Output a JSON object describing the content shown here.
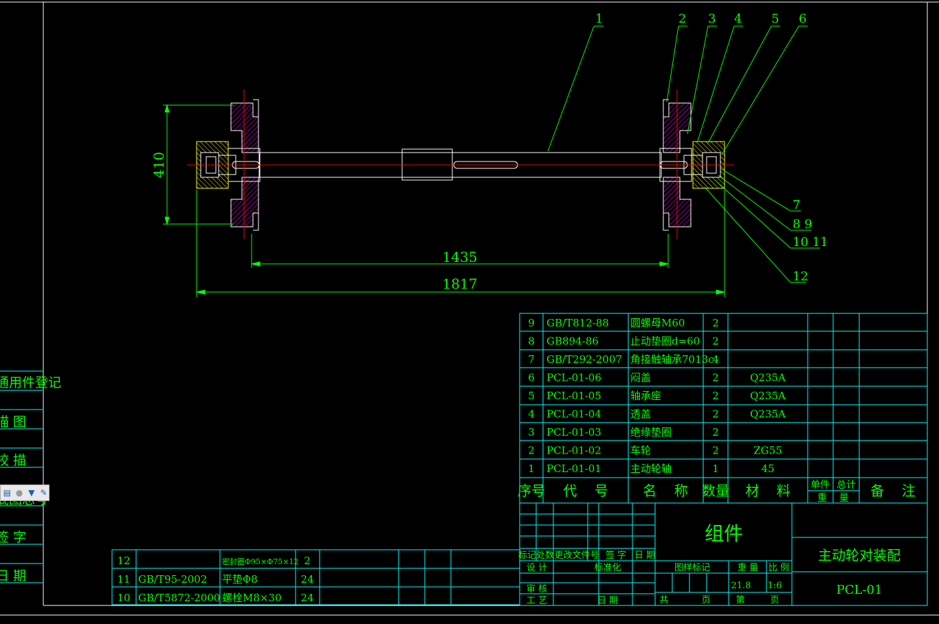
{
  "drawing": {
    "balloons": [
      "1",
      "2",
      "3",
      "4",
      "5",
      "6",
      "7",
      "8 9",
      "10 11",
      "12"
    ],
    "dimensions": {
      "height_410": "410",
      "gauge_1435": "1435",
      "overall_1817": "1817"
    }
  },
  "side_stamps": [
    "通用件登记",
    "描 图",
    "校 描",
    "底图总号",
    "签 字",
    "日 期"
  ],
  "bom_main": {
    "rows": [
      {
        "no": "9",
        "code": "GB/T812-88",
        "name": "圆螺母M60",
        "qty": "2",
        "material": ""
      },
      {
        "no": "8",
        "code": "GB894-86",
        "name": "止动垫圈d=60",
        "qty": "2",
        "material": ""
      },
      {
        "no": "7",
        "code": "GB/T292-2007",
        "name": "角接触轴承7013c",
        "qty": "4",
        "material": ""
      },
      {
        "no": "6",
        "code": "PCL-01-06",
        "name": "闷盖",
        "qty": "2",
        "material": "Q235A"
      },
      {
        "no": "5",
        "code": "PCL-01-05",
        "name": "轴承座",
        "qty": "2",
        "material": "Q235A"
      },
      {
        "no": "4",
        "code": "PCL-01-04",
        "name": "透盖",
        "qty": "2",
        "material": "Q235A"
      },
      {
        "no": "3",
        "code": "PCL-01-03",
        "name": "绝缘垫圈",
        "qty": "2",
        "material": ""
      },
      {
        "no": "2",
        "code": "PCL-01-02",
        "name": "车轮",
        "qty": "2",
        "material": "ZG55"
      },
      {
        "no": "1",
        "code": "PCL-01-01",
        "name": "主动轮轴",
        "qty": "1",
        "material": "45"
      }
    ],
    "header": {
      "no": "序号",
      "code": "代    号",
      "name": "名    称",
      "qty": "数量",
      "material": "材    料",
      "unit": "单件",
      "total": "总计",
      "weight": "重    量",
      "remark": "备    注"
    }
  },
  "bom_extra": {
    "rows": [
      {
        "no": "12",
        "code": "",
        "name": "密封圈Φ95×Φ75×12",
        "qty": "2"
      },
      {
        "no": "11",
        "code": "GB/T95-2002",
        "name": "平垫Φ8",
        "qty": "24"
      },
      {
        "no": "10",
        "code": "GB/T5872-2000",
        "name": "螺栓M8×30",
        "qty": "24"
      }
    ]
  },
  "title_block": {
    "group_label": "组件",
    "drawing_title": "主动轮对装配",
    "drawing_no": "PCL-01",
    "rev_headers": [
      "标记",
      "处数",
      "更改文件号",
      "签 字",
      "日 期"
    ],
    "roles": {
      "design": "设 计",
      "standard": "标准化",
      "review": "审 核",
      "process": "工 艺",
      "date": "日 期"
    },
    "stage_mark": "图样标记",
    "weight_label": "重 量",
    "scale_label": "比 例",
    "weight": "21.8",
    "scale": "1:6",
    "total_label": "共",
    "sheet_unit": "页",
    "page_label": "第",
    "page_unit": "页"
  },
  "colors": {
    "background": "#000000",
    "border": "#ffffff",
    "dimension": "#00ff00",
    "table": "#00ffff",
    "centerline": "#ff0000",
    "part": "#ffffff",
    "bearing": "#ffff00",
    "hatch": "#ff00ff",
    "text": "#00ff00"
  },
  "toolbar": {
    "icons": [
      "layers-icon",
      "user-icon",
      "tshirt-icon",
      "wrench-icon"
    ]
  }
}
